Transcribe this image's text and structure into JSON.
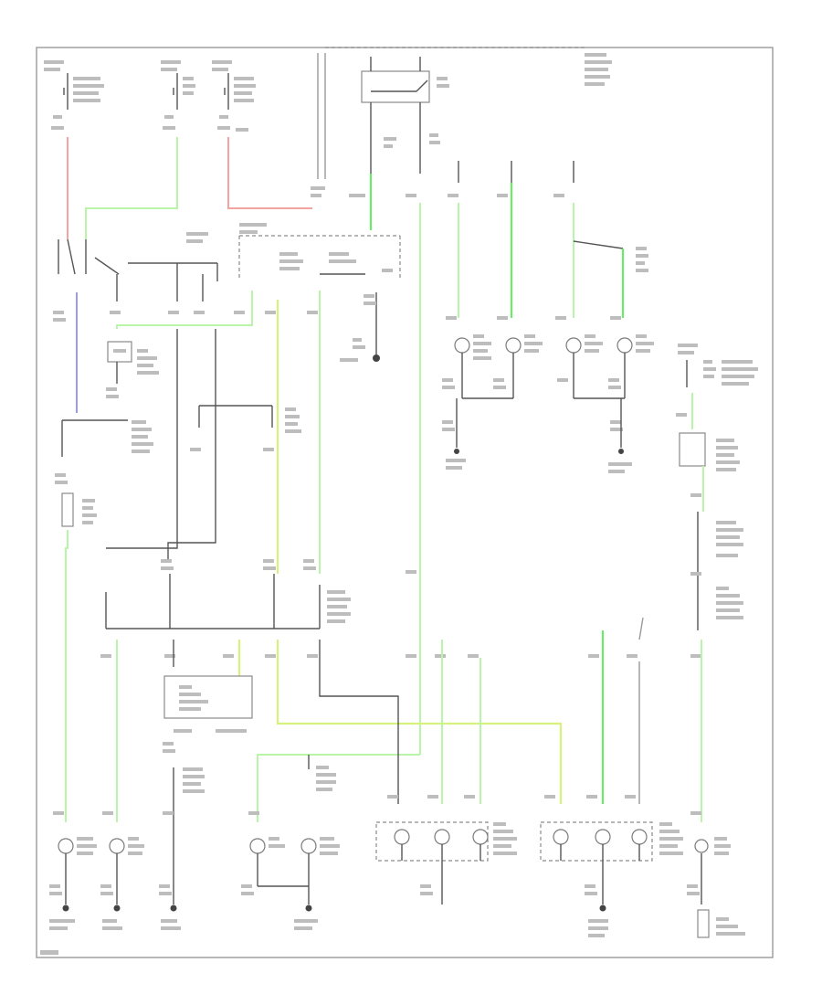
{
  "diagram": {
    "corner_label": "",
    "colors": {
      "green": "#5ef25e",
      "light_green": "#b8f5a8",
      "yellow_green": "#d6f27a",
      "red": "#f4a3a3",
      "blue": "#9a9aee",
      "wire": "#9a9a9a"
    },
    "symbols": [
      "lamp",
      "ground",
      "switch",
      "relay",
      "connector"
    ],
    "note": ""
  }
}
